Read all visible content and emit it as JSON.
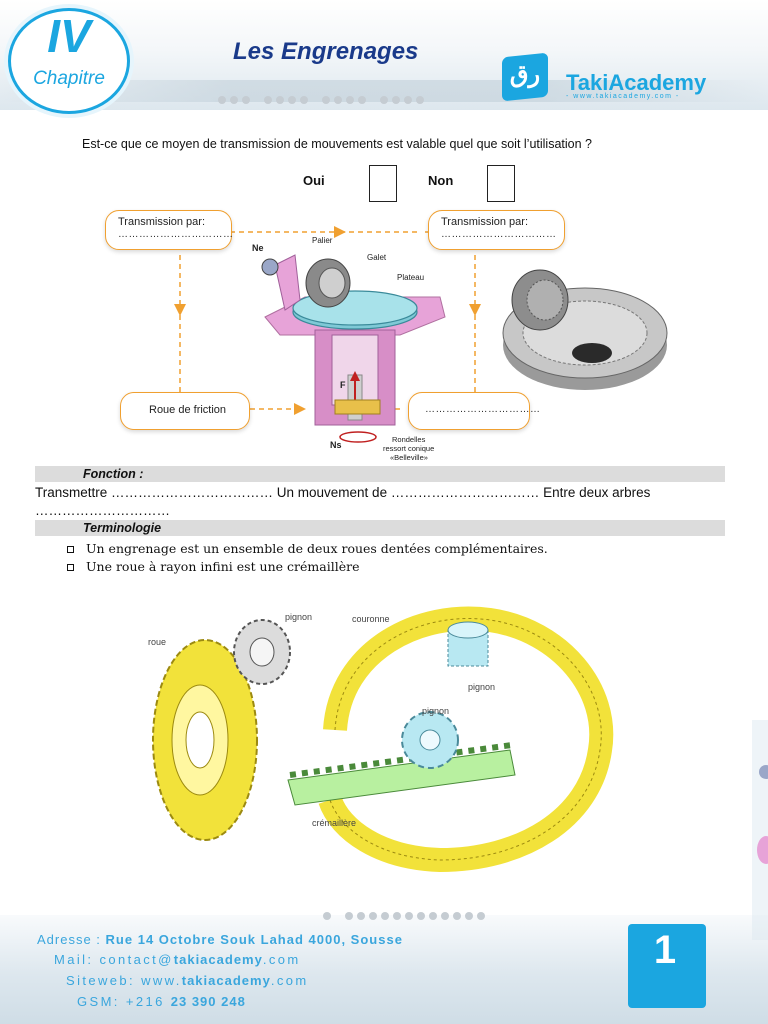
{
  "header": {
    "chapter_number": "IV",
    "chapter_label": "Chapitre",
    "title": "Les Engrenages",
    "brand_glyph": "رق",
    "brand_name": "TakiAcademy",
    "brand_url": "- www.takiacademy.com -"
  },
  "question": {
    "text": "Est-ce que ce moyen de transmission de mouvements est valable quel que soit l’utilisation ?",
    "option_yes": "Oui",
    "option_no": "Non"
  },
  "diagram": {
    "box_top_left_title": "Transmission par:",
    "box_top_left_dots": "……………………………",
    "box_top_right_title": "Transmission par:",
    "box_top_right_dots": "……………………………",
    "box_bottom_left": "Roue de friction",
    "box_bottom_right_dots": "……………………………",
    "label_ne": "Ne",
    "label_palier": "Palier",
    "label_galet": "Galet",
    "label_plateau": "Plateau",
    "label_f": "F",
    "label_ns": "Ns",
    "label_rondelles_1": "Rondelles",
    "label_rondelles_2": "ressort conique",
    "label_rondelles_3": "«Belleville»"
  },
  "fonction": {
    "heading": "Fonction :",
    "line1": "Transmettre ……………………………… Un mouvement de …………………………… Entre deux arbres",
    "line2": "…………………………"
  },
  "terminologie": {
    "heading": "Terminologie",
    "bullets": [
      "Un engrenage est un ensemble de deux roues dentées complémentaires.",
      "Une roue à rayon infini est une crémaillère"
    ]
  },
  "gears_illustration": {
    "label_roue": "roue",
    "label_pignon_1": "pignon",
    "label_couronne": "couronne",
    "label_pignon_2": "pignon",
    "label_pignon_3": "pignon",
    "label_cremaillere": "crémaillère"
  },
  "footer": {
    "address_label": "Adresse :",
    "address_value": "Rue 14 Octobre Souk Lahad 4000, Sousse",
    "mail_label": "Mail:",
    "mail_pre": "contact@",
    "mail_bold": "takiacademy",
    "mail_post": ".com",
    "site_label": "Siteweb:",
    "site_pre": "www.",
    "site_bold": "takiacademy",
    "site_post": ".com",
    "gsm_label": "GSM:",
    "gsm_prefix": "+216",
    "gsm_number": "23 390 248",
    "page_number": "1"
  },
  "colors": {
    "accent_blue": "#1ba6e0",
    "title_navy": "#1a3a8a",
    "diagram_orange": "#f0a030",
    "gear_yellow": "#f2e23a",
    "rack_green": "#b8f0a0"
  }
}
